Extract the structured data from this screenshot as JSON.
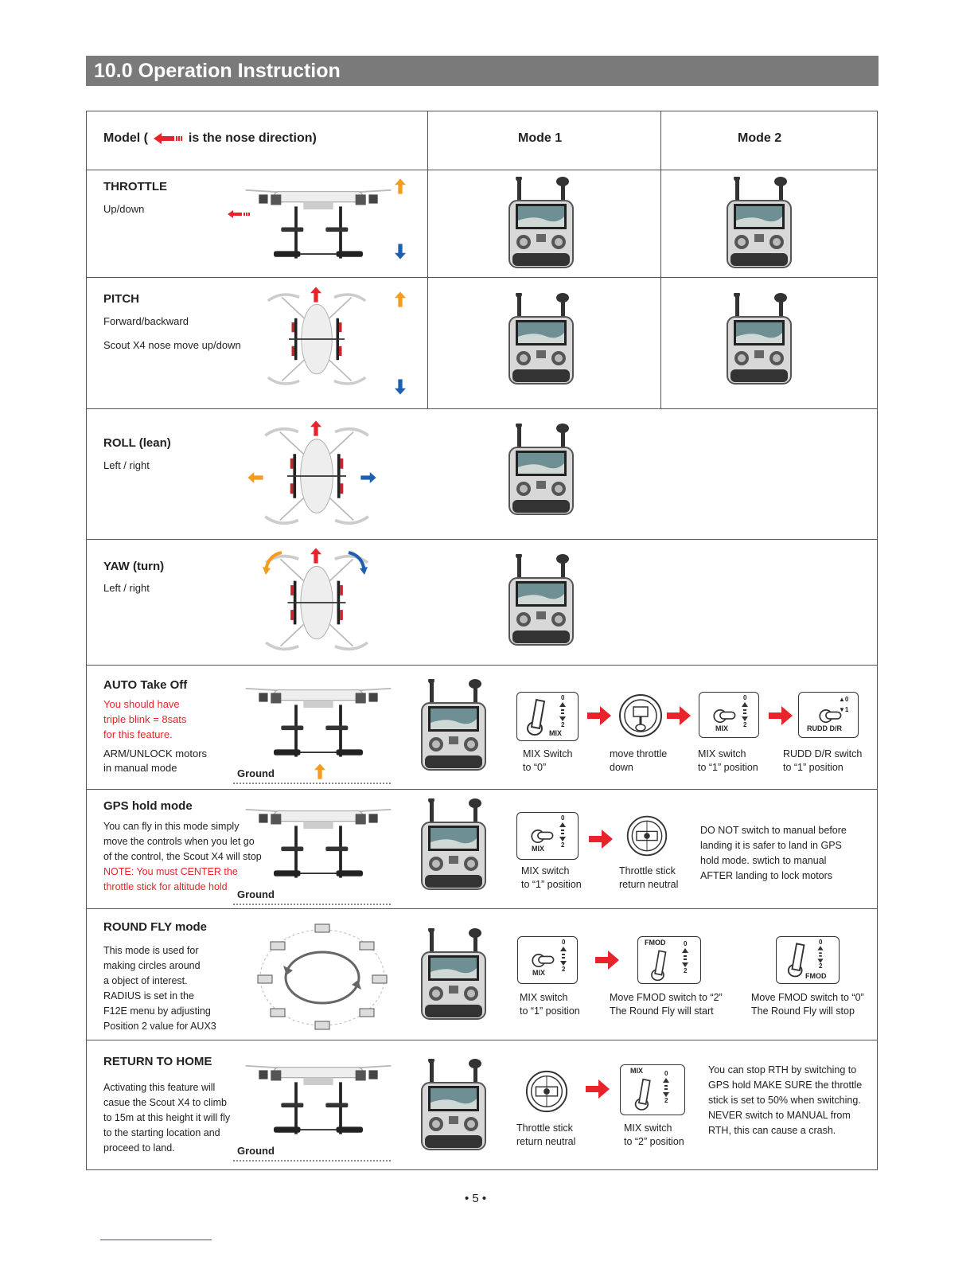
{
  "page": {
    "title": "10.0 Operation Instruction",
    "page_number": "• 5 •"
  },
  "table_header": {
    "model_prefix": "Model (",
    "model_suffix": "is the nose direction)",
    "mode1": "Mode 1",
    "mode2": "Mode 2"
  },
  "throttle": {
    "title": "THROTTLE",
    "desc": "Up/down"
  },
  "pitch": {
    "title": "PITCH",
    "desc1": "Forward/backward",
    "desc2": "Scout X4 nose move up/down"
  },
  "roll": {
    "title": "ROLL (lean)",
    "desc": "Left / right"
  },
  "yaw": {
    "title": "YAW (turn)",
    "desc": "Left / right"
  },
  "auto": {
    "title": "AUTO Take Off",
    "warn1": "You should have",
    "warn2": "triple blink = 8sats",
    "warn3": "for this feature.",
    "desc1": "ARM/UNLOCK motors",
    "desc2": "in manual mode",
    "ground": "Ground",
    "steps": [
      {
        "l1": "MIX Switch",
        "l2": "to “0”"
      },
      {
        "l1": "move throttle",
        "l2": "down"
      },
      {
        "l1": "MIX switch",
        "l2": "to “1” position"
      },
      {
        "l1": "RUDD D/R switch",
        "l2": "to “1” position"
      }
    ],
    "switch_mix": "MIX",
    "switch_rudd": "RUDD D/R"
  },
  "gps": {
    "title": "GPS hold mode",
    "desc1": "You can fly in this mode simply",
    "desc2": "move the controls when you let go",
    "desc3": "of the control, the Scout X4 will stop",
    "warn1": "NOTE: You must CENTER the",
    "warn2": "throttle stick for altitude hold",
    "ground": "Ground",
    "steps": [
      {
        "l1": "MIX switch",
        "l2": "to “1” position"
      },
      {
        "l1": "Throttle stick",
        "l2": "return neutral"
      }
    ],
    "note": [
      "DO NOT switch to manual before",
      "landing it is safer to land in GPS",
      "hold mode. swtich to manual",
      "AFTER landing to lock motors"
    ]
  },
  "round": {
    "title": "ROUND FLY mode",
    "desc": [
      "This mode is used for",
      "making circles around",
      "a object of interest.",
      "RADIUS is set in the",
      "F12E menu by adjusting",
      "Position 2 value for AUX3"
    ],
    "steps": [
      {
        "l1": "MIX switch",
        "l2": "to “1” position"
      },
      {
        "l1": "Move FMOD switch to “2”",
        "l2": "The Round Fly will start"
      },
      {
        "l1": "Move FMOD switch to “0”",
        "l2": "The Round Fly will stop"
      }
    ],
    "switch_fmod": "FMOD"
  },
  "rth": {
    "title": "RETURN TO HOME",
    "desc": [
      "Activating this feature will",
      "casue the Scout X4 to climb",
      "to 15m at this height it will fly",
      "to the starting location and",
      "proceed to land."
    ],
    "ground": "Ground",
    "steps": [
      {
        "l1": "Throttle stick",
        "l2": "return neutral"
      },
      {
        "l1": "MIX switch",
        "l2": "to “2” position"
      }
    ],
    "note": [
      "You can stop RTH by switching to",
      "GPS hold MAKE SURE the throttle",
      "stick is set to 50% when switching.",
      "NEVER switch to MANUAL from",
      "RTH, this can cause a crash."
    ]
  },
  "switch_positions": {
    "p0": "0",
    "p1": "1",
    "p2": "2"
  },
  "colors": {
    "red": "#e8232a",
    "orange": "#f39c1f",
    "blue": "#1f5fb0",
    "title_bar": "#7a7a7a"
  }
}
